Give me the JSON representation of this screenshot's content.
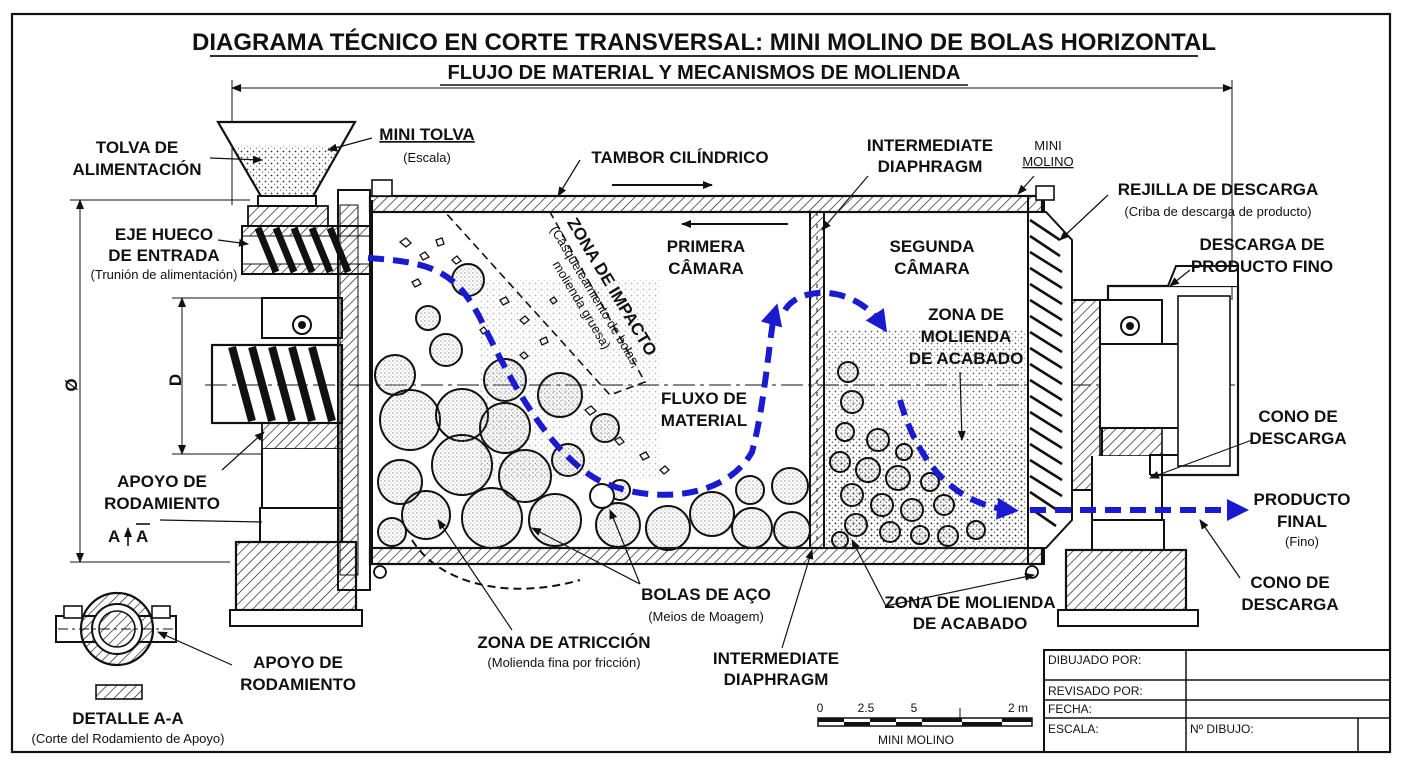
{
  "title": "DIAGRAMA TÉCNICO EN CORTE TRANSVERSAL: MINI MOLINO DE BOLAS HORIZONTAL",
  "subtitle": "FLUJO DE MATERIAL Y MECANISMOS DE MOLIENDA",
  "labels": {
    "tolva_l1": "TOLVA DE",
    "tolva_l2": "ALIMENTACIÓN",
    "mini_tolva": "MINI TOLVA",
    "mini_tolva_sub": "(Escala)",
    "tambor": "TAMBOR CILÍNDRICO",
    "intermediate_top_l1": "INTERMEDIATE",
    "intermediate_top_l2": "DIAPHRAGM",
    "mini_molino_l1": "MINI",
    "mini_molino_l2": "MOLINO",
    "rejilla": "REJILLA DE DESCARGA",
    "rejilla_sub": "(Criba de descarga de producto)",
    "eje_l1": "EJE HUECO",
    "eje_l2": "DE ENTRADA",
    "eje_sub": "(Trunión de alimentación)",
    "descarga_fino_l1": "DESCARGA DE",
    "descarga_fino_l2": "PRODUCTO FINO",
    "primera_l1": "PRIMERA",
    "primera_l2": "CÂMARA",
    "segunda_l1": "SEGUNDA",
    "segunda_l2": "CÂMARA",
    "zona_impacto": "ZONA DE IMPACTO",
    "zona_impacto_sub_l1": "(Casqueteamiento de bolas,",
    "zona_impacto_sub_l2": "molienda gruesa)",
    "zona_mol_top_l1": "ZONA DE",
    "zona_mol_top_l2": "MOLIENDA",
    "zona_mol_top_l3": "DE ACABADO",
    "fluxo_l1": "FLUXO DE",
    "fluxo_l2": "MATERIAL",
    "dim_phi": "Ø",
    "dim_d": "D",
    "cono_top_l1": "CONO DE",
    "cono_top_l2": "DESCARGA",
    "apoyo_l1": "APOYO DE",
    "apoyo_l2": "RODAMIENTO",
    "producto_l1": "PRODUCTO",
    "producto_l2": "FINAL",
    "producto_sub": "(Fino)",
    "section_a1": "A",
    "section_a2": "A",
    "cono_bot_l1": "CONO DE",
    "cono_bot_l2": "DESCARGA",
    "bolas": "BOLAS DE AÇO",
    "bolas_sub": "(Meios de Moagem)",
    "zona_mol_bot_l1": "ZONA DE MOLIENDA",
    "zona_mol_bot_l2": "DE ACABADO",
    "atriccion": "ZONA DE ATRICCIÓN",
    "atriccion_sub": "(Molienda fina por fricción)",
    "intermediate_bot_l1": "INTERMEDIATE",
    "intermediate_bot_l2": "DIAPHRAGM",
    "apoyo_det_l1": "APOYO DE",
    "apoyo_det_l2": "RODAMIENTO",
    "detalle": "DETALLE A-A",
    "detalle_sub": "(Corte del Rodamiento de Apoyo)"
  },
  "scale_bar": {
    "ticks": [
      "0",
      "2.5",
      "5",
      "2 m"
    ],
    "caption": "MINI MOLINO"
  },
  "title_block": {
    "dibujado": "DIBUJADO POR:",
    "revisado": "REVISADO POR:",
    "fecha": "FECHA:",
    "escala": "ESCALA:",
    "dibujo": "Nº DIBUJO:"
  },
  "colors": {
    "flow": "#1a1ad0",
    "ink": "#111111"
  }
}
